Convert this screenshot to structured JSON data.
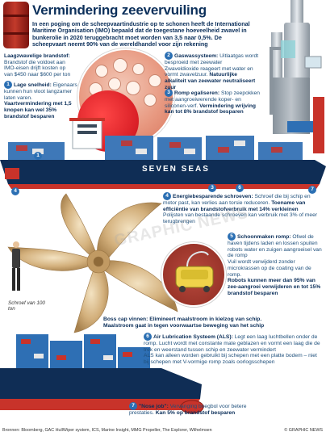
{
  "header": {
    "title": "Vermindering zeevervuiling",
    "intro": "In een poging om de scheepvaartindustrie op te schonen heeft de International Maritime Organisation (IMO) bepaald dat de toegestane hoeveelheid zwavel in bunkerolie in 2020 teruggebracht moet worden van 3,5 naar 0,5%. De scheepvaart neemt 90% van de wereldhandel voor zijn rekening"
  },
  "fuel": {
    "title": "Laagzwavelige brandstof:",
    "text": "Brandstof die voldoet aan IMO-eisen drijft kosten op van $450 naar $600 per ton"
  },
  "items": [
    {
      "num": "1",
      "title": "Lage snelheid:",
      "text": "Eigenaars kunnen hun vloot langzamer laten varen.",
      "strong": "Vaartvermindering met 1,5 knopen kan wel 35% brandstof besparen"
    },
    {
      "num": "2",
      "title": "Gaswassysteem:",
      "text": "Uitlaatgas wordt besproeid met zeewater",
      "text2": "Zwaveldioxide reageert met water en vormt zwavelzuur.",
      "strong": "Natuurlijke alkaliteit van zeewater neutraliseert zuur"
    },
    {
      "num": "3",
      "title": "Romp egaliseren:",
      "text": "Stop zeepokken met aangroeiwerende koper- en siliconen-verf.",
      "strong": "Vermindering wrijving kan tot 8% brandstof besparen"
    },
    {
      "num": "4",
      "title": "Energiebesparende schroeven:",
      "text": "Schroef die bij schip en motor past, kan verlies aan torsie reduceren.",
      "strong": "Toename van efficiëntie van brandstofverbruik met 14% verkleinen",
      "text2": "Polijsten van bestaande schroeven kan verbruik met 3% of meer terugbrengen"
    },
    {
      "num": "5",
      "title": "Schoonmaken romp:",
      "text": "Ofwel de haven tijdens laden en lossen spuiten robots water en zuigen aangroeisel van de romp",
      "text2": "Vuil wordt verwijderd zonder microkrassen op de coating van de romp.",
      "strong": "Robots kunnen meer dan 95% van zee-aangroei verwijderen en tot 15% brandstof besparen"
    },
    {
      "num": "6",
      "title": "Air Lubrication Systeem (ALS):",
      "text": "Legt een laag luchtbellen onder de romp. Lucht wordt met constante mate geblazen en vormt een laag die de trek en weerstand tussen schip en zeewater vermindert",
      "text2": "ALS kan alleen worden gebruikt bij schepen met een platte bodem – niet bij schepen met V-vormige romp zoals oorlogsschepen"
    },
    {
      "num": "7",
      "title": "\"Nose job\":",
      "text": "Vervanging boegbol voor betere prestaties.",
      "strong": "Kan 5% op brandstof besparen"
    }
  ],
  "boss_cap": {
    "title": "Boss cap vinnen:",
    "text": "Elimineert maalstroom in kielzog van schip. Maalstroom gaat in tegen voorwaartse beweging van het schip"
  },
  "ship": {
    "name": "SEVEN SEAS"
  },
  "sailor": {
    "label": "Schroef van 100 ton"
  },
  "watermark": "GRAPHIC NEWS",
  "footer": {
    "source": "Bronnen: Bloomberg, GAC HullWiper system, ICS, Marine Insight, MMG Propeller, The Explorer, Wilhelmsen",
    "copyright": "© GRAPHIC NEWS"
  },
  "colors": {
    "title": "#0b2f5a",
    "hull_red": "#c8332a",
    "hull_navy": "#0f2d55",
    "accent_blue": "#2b6fb3",
    "propeller_gold": "#c9a36a"
  }
}
